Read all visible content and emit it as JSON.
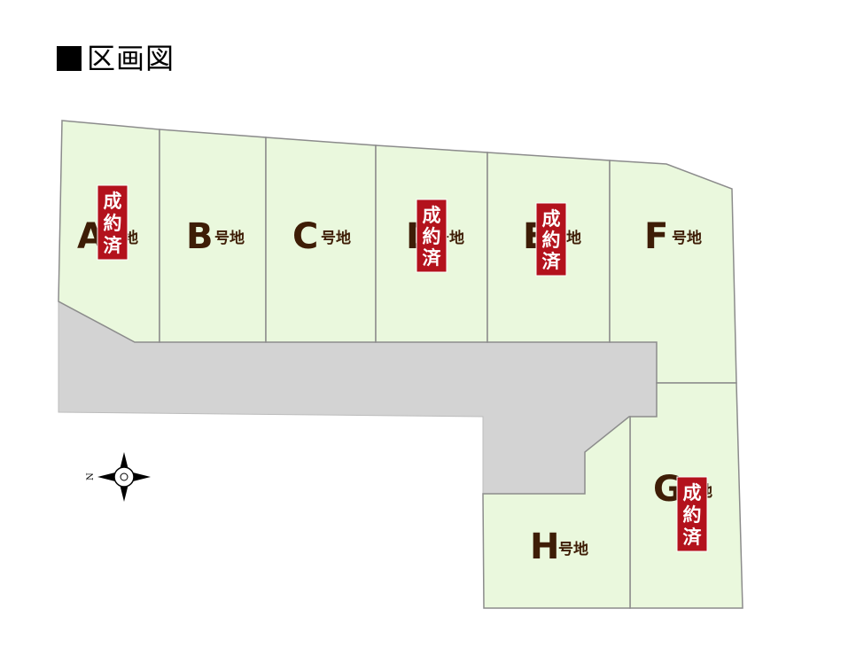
{
  "title": {
    "text": "区画図"
  },
  "legend": {
    "suffix": "号地",
    "sold_label": "成約済",
    "sold_chars": [
      "成",
      "約",
      "済"
    ]
  },
  "lots": [
    {
      "id": "A",
      "sold": true
    },
    {
      "id": "B",
      "sold": false
    },
    {
      "id": "C",
      "sold": false
    },
    {
      "id": "D",
      "sold": true
    },
    {
      "id": "E",
      "sold": true
    },
    {
      "id": "F",
      "sold": false
    },
    {
      "id": "G",
      "sold": true
    },
    {
      "id": "H",
      "sold": false
    }
  ],
  "compass": {
    "label": "N",
    "icon": "compass-icon"
  },
  "colors": {
    "lot_fill": "#eaf8dd",
    "road_fill": "#d3d3d3",
    "sold_badge": "#b3121c",
    "lot_text": "#3e1d06"
  }
}
